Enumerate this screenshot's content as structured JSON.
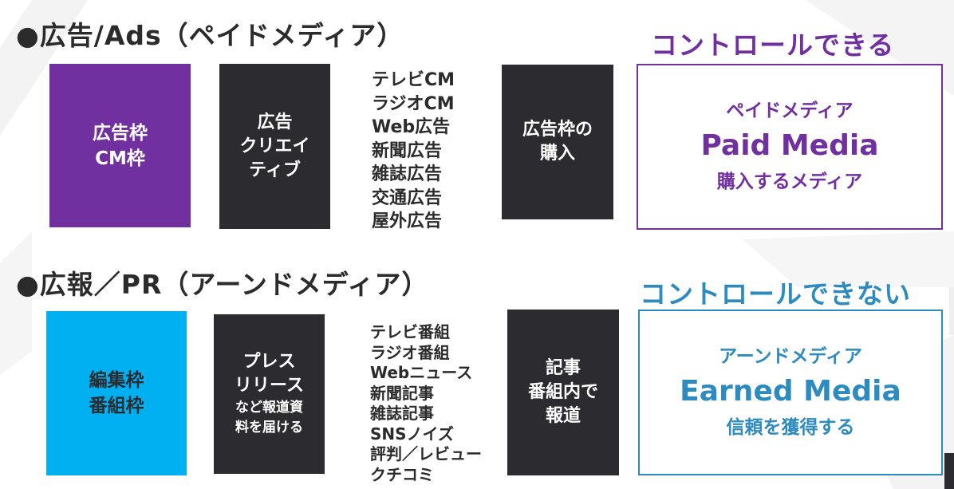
{
  "colors": {
    "purple": "#7030a0",
    "cyan": "#00b0f0",
    "dark": "#2c2c30",
    "blue_text": "#2e8bc0",
    "heading_text": "#2b2b2b"
  },
  "ads": {
    "title": "●広告/Ads（ペイドメディア）",
    "slot_box": {
      "lines": [
        "広告枠",
        "CM枠"
      ]
    },
    "creative_box": {
      "lines": [
        "広告",
        "クリエイ",
        "ティブ"
      ]
    },
    "media_list": [
      "テレビCM",
      "ラジオCM",
      "Web広告",
      "新聞広告",
      "雑誌広告",
      "交通広告",
      "屋外広告"
    ],
    "purchase_box": {
      "lines": [
        "広告枠の",
        "購入"
      ]
    },
    "control_label": "コントロールできる",
    "media": {
      "kana": "ペイドメディア",
      "en": "Paid Media",
      "desc": "購入するメディア"
    }
  },
  "pr": {
    "title": "●広報／PR（アーンドメディア）",
    "slot_box": {
      "lines": [
        "編集枠",
        "番組枠"
      ]
    },
    "release_box": {
      "lines_large": [
        "プレス",
        "リリース"
      ],
      "lines_small": [
        "など報道資",
        "料を届ける"
      ]
    },
    "media_list": [
      "テレビ番組",
      "ラジオ番組",
      "Webニュース",
      "新聞記事",
      "雑誌記事",
      "SNSノイズ",
      "評判／レビュー",
      "クチコミ"
    ],
    "report_box": {
      "lines": [
        "記事",
        "番組内で",
        "報道"
      ]
    },
    "control_label": "コントロールできない",
    "media": {
      "kana": "アーンドメディア",
      "en": "Earned Media",
      "desc": "信頼を獲得する"
    }
  }
}
